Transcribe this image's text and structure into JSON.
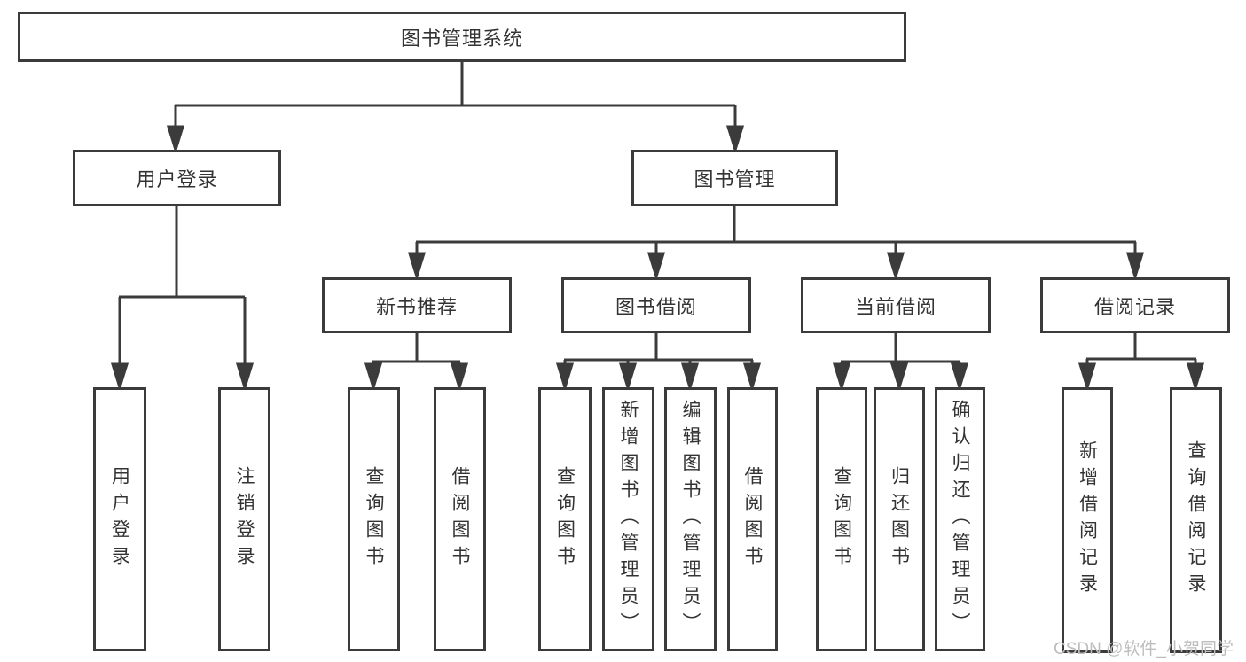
{
  "diagram": {
    "type": "hierarchy-tree",
    "orientation": "top-down",
    "tree": {
      "label": "图书管理系统",
      "children": [
        {
          "label": "用户登录",
          "children": [
            {
              "label": "用户登录"
            },
            {
              "label": "注销登录"
            }
          ]
        },
        {
          "label": "图书管理",
          "children": [
            {
              "label": "新书推荐",
              "children": [
                {
                  "label": "查询图书"
                },
                {
                  "label": "借阅图书"
                }
              ]
            },
            {
              "label": "图书借阅",
              "children": [
                {
                  "label": "查询图书"
                },
                {
                  "label": "新增图书（管理员）"
                },
                {
                  "label": "编辑图书（管理员）"
                },
                {
                  "label": "借阅图书"
                }
              ]
            },
            {
              "label": "当前借阅",
              "children": [
                {
                  "label": "查询图书"
                },
                {
                  "label": "归还图书"
                },
                {
                  "label": "确认归还（管理员）"
                }
              ]
            },
            {
              "label": "借阅记录",
              "children": [
                {
                  "label": "新增借阅记录"
                },
                {
                  "label": "查询借阅记录"
                }
              ]
            }
          ]
        }
      ]
    }
  },
  "watermark": {
    "text": "CSDN @软件_小贺同学"
  },
  "colors": {
    "line": "#3b3b3b",
    "text": "#333333",
    "background": "#ffffff",
    "watermark": "#bdbdbd"
  }
}
